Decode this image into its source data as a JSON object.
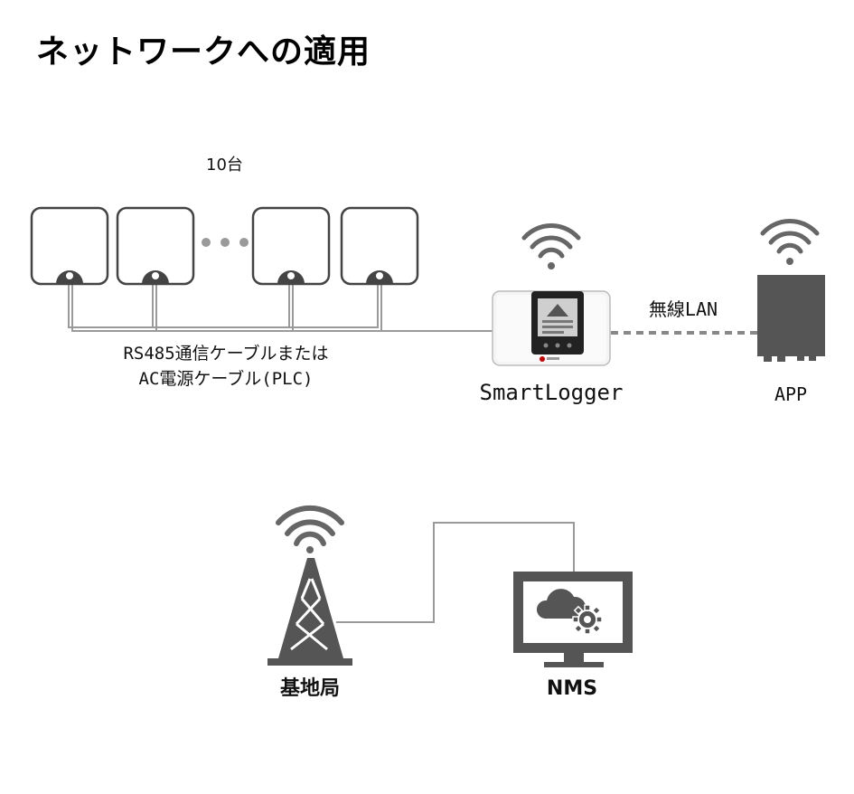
{
  "title": "ネットワークへの適用",
  "inverter_count": "10台",
  "cable_label_line1": "RS485通信ケーブルまたは",
  "cable_label_line2": "AC電源ケーブル(PLC)",
  "smartlogger_label": "SmartLogger",
  "wlan_label": "無線LAN",
  "app_label": "APP",
  "base_station_label": "基地局",
  "nms_label": "NMS",
  "colors": {
    "device_outline": "#444444",
    "wire": "#9a9a9a",
    "icon_dark": "#555555",
    "wifi": "#666666"
  },
  "icons": [
    "wifi-icon",
    "cell-tower-icon",
    "monitor-icon",
    "cloud-gear-icon"
  ]
}
